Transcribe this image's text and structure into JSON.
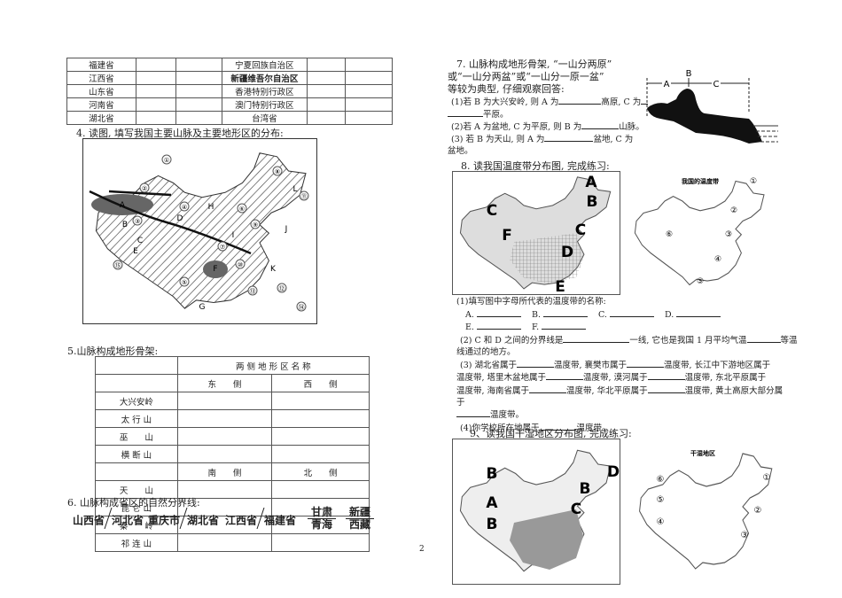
{
  "province_table": {
    "rows": [
      {
        "left": "福建省",
        "right": "宁夏回族自治区",
        "right_bold": false
      },
      {
        "left": "江西省",
        "right": "新疆维吾尔自治区",
        "right_bold": true
      },
      {
        "left": "山东省",
        "right": "香港特别行政区",
        "right_bold": false
      },
      {
        "left": "河南省",
        "right": "澳门特别行政区",
        "right_bold": false
      },
      {
        "left": "湖北省",
        "right": "台湾省",
        "right_bold": false
      }
    ]
  },
  "q4": {
    "title": "4. 读图, 填写我国主要山脉及主要地形区的分布:",
    "labels": [
      "①",
      "②",
      "③",
      "④",
      "⑤",
      "⑥",
      "⑦",
      "⑧",
      "⑨",
      "⑩",
      "⑪",
      "⑫",
      "⑬",
      "⑭",
      "⑮",
      "A",
      "B",
      "C",
      "D",
      "E",
      "F",
      "G",
      "H",
      "I",
      "J",
      "K",
      "L"
    ]
  },
  "q5": {
    "title": "5.山脉构成地形骨架:",
    "header": "两 侧 地 形 区 名 称",
    "sub1": [
      "东　　侧",
      "西　　侧"
    ],
    "group1": [
      "大兴安岭",
      "太 行 山",
      "巫　　山",
      "横 断 山"
    ],
    "sub2": [
      "南　　侧",
      "北　　侧"
    ],
    "group2": [
      "天　　山",
      "昆 仑 山",
      "秦　　岭",
      "祁 连 山"
    ]
  },
  "q6": {
    "title": "6. 山脉构成省区的自然分界线:",
    "pairs": [
      [
        "山西省",
        "河北省"
      ],
      [
        "重庆市",
        "湖北省"
      ],
      [
        "江西省",
        "福建省"
      ]
    ],
    "fracs": [
      [
        "甘肃",
        "青海"
      ],
      [
        "新疆",
        "西藏"
      ]
    ]
  },
  "q7": {
    "lines": [
      "7.  山脉构成地形骨架, “一山分两原”",
      "或“一山分两盆”或“一山分一原一盆”",
      "等较为典型, 仔细观察回答:"
    ],
    "s1a": "(1)若 B 为大兴安岭, 则 A 为",
    "s1b": "高原, C 为",
    "s1c": "平原。",
    "s2a": "(2)若 A 为盆地, C 为平原, 则 B 为",
    "s2b": "山脉。",
    "s3a": "(3) 若 B 为天山, 则 A 为",
    "s3b": "盆地, C 为",
    "s3c": "盆地。",
    "diagram_labels": [
      "A",
      "B",
      "C"
    ]
  },
  "q8": {
    "title": "8. 读我国温度带分布图, 完成练习:",
    "map_letters": [
      "A",
      "B",
      "C",
      "C",
      "F",
      "D",
      "E"
    ],
    "map2_title": "我国的温度带",
    "map2_labels": [
      "①",
      "②",
      "③",
      "④",
      "⑤",
      "⑥"
    ],
    "s1": "(1)填写图中字母所代表的温度带的名称:",
    "opts": [
      "A.",
      "B.",
      "C.",
      "D.",
      "E.",
      "F."
    ],
    "s2a": "(2)  C 和 D 之间的分界线是",
    "s2b": "一线, 它也是我国 1 月平均气温",
    "s2c": "等温",
    "s2d": "线通过的地方。",
    "s3": [
      "(3) 湖北省属于",
      "温度带, 襄樊市属于",
      "温度带, 长江中下游地区属于",
      "温度带, 塔里木盆地属于",
      "温度带, 漠河属于",
      "温度带, 东北平原属于",
      "温度带, 海南省属于",
      "温度带, 华北平原属于",
      "温度带, 黄土高原大部分属",
      "于",
      "温度带。"
    ],
    "s4a": "(4)你学校所在地属于",
    "s4b": "温度带。"
  },
  "q9": {
    "title": "9、读我国干湿地区分布图, 完成练习:",
    "map_letters": [
      "B",
      "A",
      "B",
      "B",
      "C",
      "D"
    ],
    "map2_title": "干湿地区",
    "map2_labels": [
      "①",
      "②",
      "③",
      "④",
      "⑤",
      "⑥"
    ]
  },
  "page_number": "2"
}
